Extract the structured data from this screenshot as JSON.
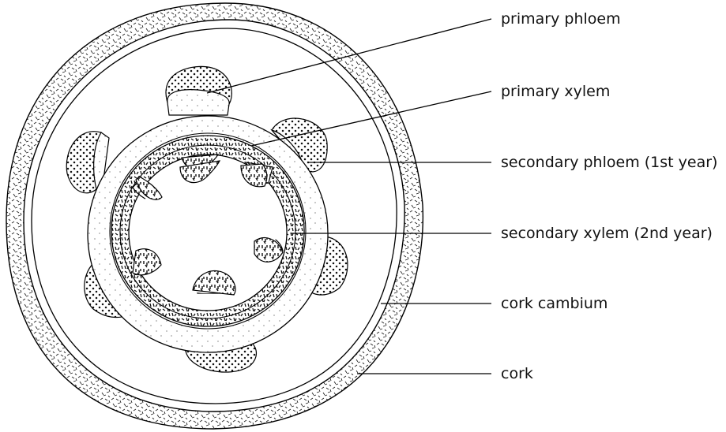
{
  "labels": {
    "primary_phloem": "primary phloem",
    "primary_xylem": "primary xylem",
    "secondary_phloem": "secondary phloem (1st year)",
    "secondary_xylem": "secondary xylem (2nd year)",
    "cork_cambium": "cork cambium",
    "cork": "cork"
  }
}
